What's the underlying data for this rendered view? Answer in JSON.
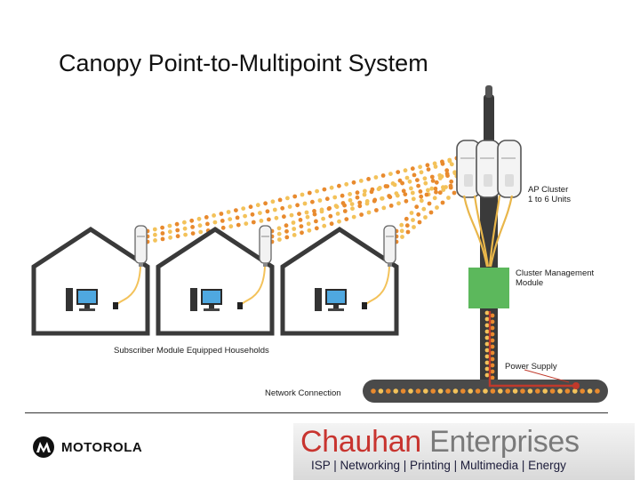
{
  "slide": {
    "title": "Canopy Point-to-Multipoint System"
  },
  "diagram": {
    "labels": {
      "ap_cluster_line1": "AP Cluster",
      "ap_cluster_line2": "1 to 6 Units",
      "cmm_line1": "Cluster Management",
      "cmm_line2": "Module",
      "power_supply": "Power Supply",
      "households": "Subscriber Module Equipped Households",
      "network": "Network Connection"
    },
    "house_count": 3,
    "colors": {
      "signal_dark": "#e88a2e",
      "signal_light": "#f3c25a",
      "tower": "#3a3a3a",
      "cmm": "#5cb85c",
      "house_line": "#3a3a3a",
      "network_pipe": "#4a4a4a",
      "power_line": "#c0392b"
    }
  },
  "footer": {
    "left_logo": "MOTOROLA",
    "right_logo_word1": "Chauhan",
    "right_logo_word2": "Enterprises",
    "tagline": "ISP | Networking | Printing | Multimedia | Energy",
    "icons": {
      "motorola": "motorola-batwing-icon"
    }
  }
}
